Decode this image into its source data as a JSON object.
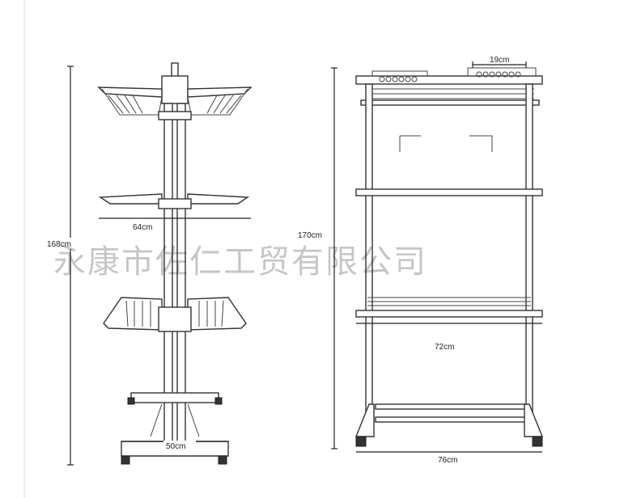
{
  "dimensions": {
    "left_height": "168cm",
    "left_shelf_width": "64cm",
    "left_base_width": "50cm",
    "right_height": "170cm",
    "right_hanger_width": "19cm",
    "right_rail_width": "72cm",
    "right_base_width": "76cm"
  },
  "watermark": "永康市佐仁工贸有限公司",
  "colors": {
    "line": "#222222",
    "background": "#ffffff"
  }
}
